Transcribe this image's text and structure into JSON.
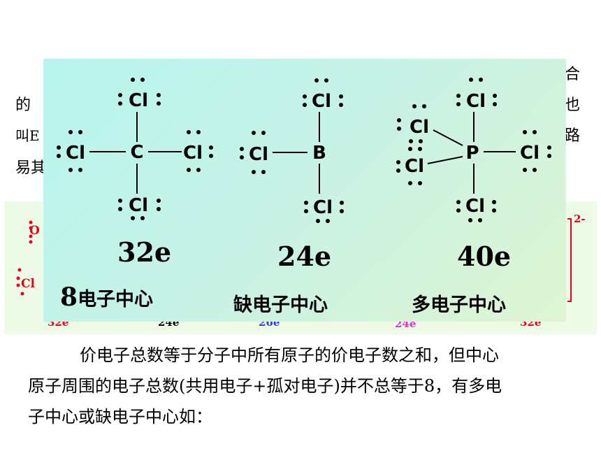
{
  "background_text": {
    "line1_left": "的",
    "line1_right": "也",
    "line2_left": "叫E",
    "line2_right": "路",
    "line3_left": "易其",
    "top_right": "合",
    "strip_left_top": "O",
    "strip_left_bottom": "Cl",
    "strip_right_charge": "2-",
    "strip_counts": [
      "32e",
      "24e",
      "26e",
      "24e",
      "32e"
    ]
  },
  "structures": [
    {
      "id": "CCl4",
      "central_atom": "C",
      "ligands": [
        "Cl",
        "Cl",
        "Cl",
        "Cl"
      ],
      "electron_count": "32e",
      "category": "8电子中心",
      "category_number": "8",
      "category_text": "电子中心"
    },
    {
      "id": "BCl3",
      "central_atom": "B",
      "ligands": [
        "Cl",
        "Cl",
        "Cl"
      ],
      "electron_count": "24e",
      "category": "缺电子中心"
    },
    {
      "id": "PCl5",
      "central_atom": "P",
      "ligands": [
        "Cl",
        "Cl",
        "Cl",
        "Cl",
        "Cl"
      ],
      "electron_count": "40e",
      "category": "多电子中心"
    }
  ],
  "paragraph": {
    "line1": "价电子总数等于分子中所有原子的价电子数之和，但中心",
    "line2": "原子周围的电子总数(共用电子+孤对电子)并不总等于8，有多电",
    "line3": "子中心或缺电子中心如："
  }
}
